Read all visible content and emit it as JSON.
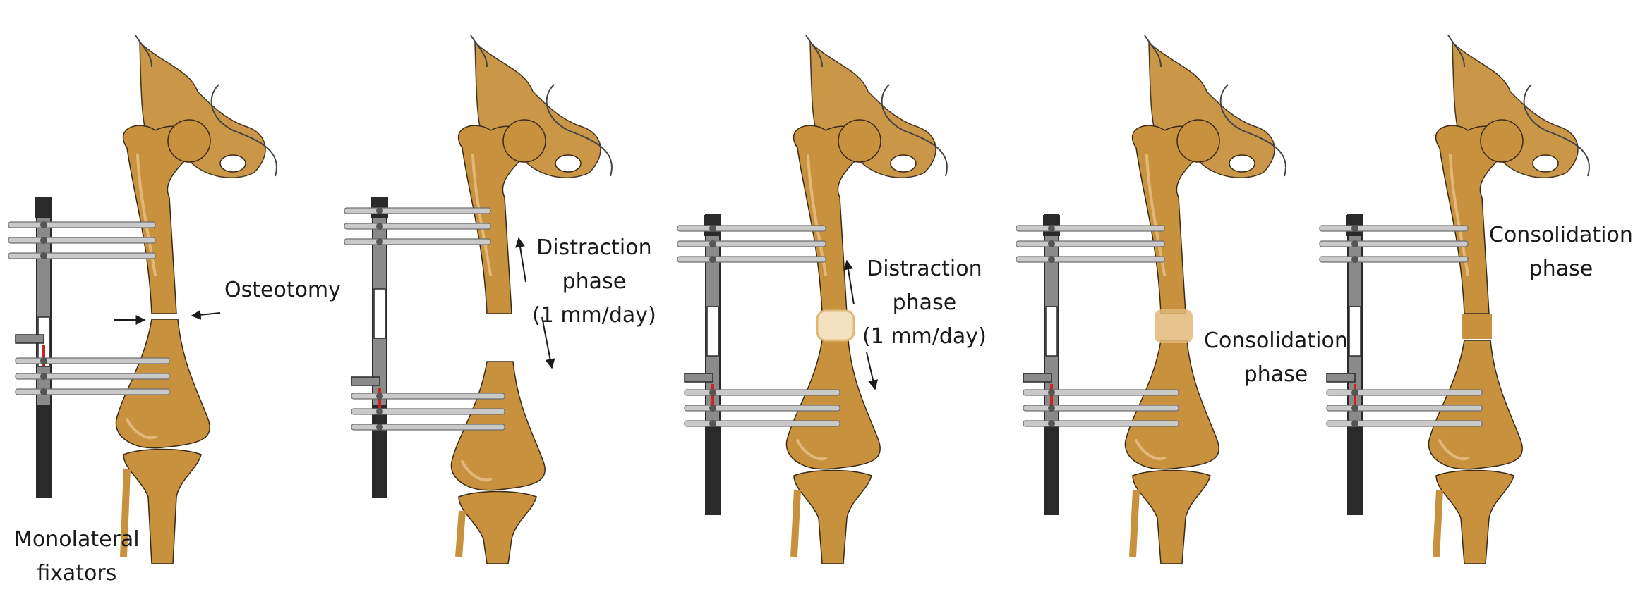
{
  "colors": {
    "bone": "#c8913e",
    "bone_shadow": "#a87430",
    "bone_highlight": "#e2b878",
    "bone_outline": "#3a2a16",
    "pelvis_line": "#444444",
    "pin": "#c9c9c9",
    "pin_edge": "#6e6e6e",
    "rod_dark": "#2a2a2a",
    "rod_mid": "#8a8a8a",
    "accent_red": "#cc2222",
    "callus": "#f2e2c2",
    "text": "#1a1a1a"
  },
  "labels": {
    "osteotomy": "Osteotomy",
    "fixators_line1": "Monolateral",
    "fixators_line2": "fixators",
    "distraction_a_line1": "Distraction",
    "distraction_a_line2": "phase",
    "distraction_a_line3": "(1 mm/day)",
    "distraction_b_line1": "Distraction",
    "distraction_b_line2": "phase",
    "distraction_b_line3": "(1 mm/day)",
    "consolidation_a_line1": "Consolidation",
    "consolidation_a_line2": "phase",
    "consolidation_b_line1": "Consolidation",
    "consolidation_b_line2": "phase"
  },
  "icons": {
    "panel_1": "femur-osteotomy-icon",
    "panel_2": "femur-distraction-gap-icon",
    "panel_3": "femur-distraction-regenerate-icon",
    "panel_4": "femur-consolidation-callus-icon",
    "panel_5": "femur-consolidated-icon"
  }
}
